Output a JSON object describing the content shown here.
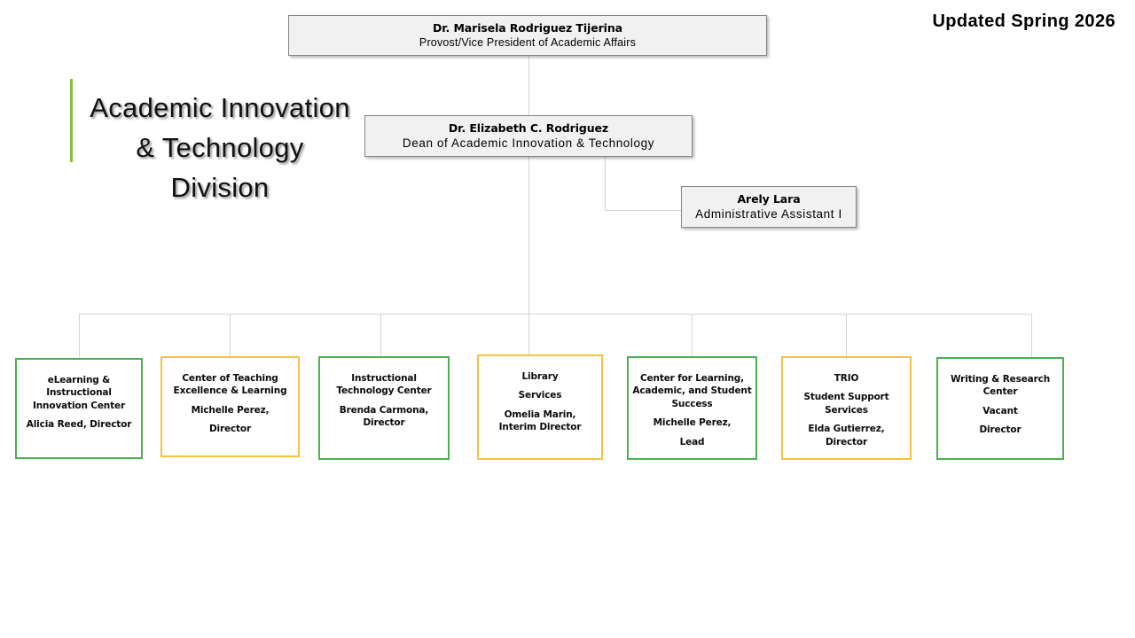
{
  "header": {
    "updated_label": "Updated Spring 2026"
  },
  "division": {
    "title_lines": [
      "Academic Innovation",
      "& Technology",
      "Division"
    ],
    "accent_color": "#8cbe3f"
  },
  "colors": {
    "green_border": "#4cb050",
    "amber_border": "#f3c246",
    "gray_box_fill": "#f1f1f1",
    "gray_box_border": "#868686",
    "connector_line": "#d4d4d4"
  },
  "leadership": [
    {
      "id": "provost",
      "name": "Dr. Marisela Rodriguez Tijerina",
      "role": "Provost/Vice President of Academic Affairs",
      "role_style": "narrow"
    },
    {
      "id": "dean",
      "name": "Dr. Elizabeth C. Rodriguez",
      "role": "Dean of Academic Innovation & Technology",
      "role_style": "wide"
    },
    {
      "id": "admin-assistant",
      "name": "Arely Lara",
      "role": "Administrative Assistant I",
      "role_style": "wide"
    }
  ],
  "units": [
    {
      "id": "elearning-instructional-innovation-center",
      "border": "green",
      "lines": [
        "eLearning &",
        "Instructional",
        "Innovation Center"
      ],
      "staff": [
        "Alicia Reed, Director"
      ]
    },
    {
      "id": "center-of-teaching-excellence-learning",
      "border": "amber",
      "lines": [
        "Center of Teaching",
        "Excellence & Learning"
      ],
      "staff": [
        "Michelle Perez,",
        "Director"
      ]
    },
    {
      "id": "instructional-technology-center",
      "border": "green",
      "lines": [
        "Instructional",
        "Technology Center"
      ],
      "staff": [
        "Brenda Carmona,",
        "Director"
      ]
    },
    {
      "id": "library-services",
      "border": "amber",
      "lines": [
        "Library",
        "Services"
      ],
      "staff": [
        "Omelia Marin,",
        "Interim Director"
      ]
    },
    {
      "id": "center-for-learning-academic-student-success",
      "border": "green",
      "lines": [
        "Center for Learning,",
        "Academic, and Student",
        "Success"
      ],
      "staff": [
        "Michelle Perez,",
        "Lead"
      ]
    },
    {
      "id": "trio-student-support-services",
      "border": "amber",
      "lines": [
        "TRIO",
        "Student Support",
        "Services"
      ],
      "staff": [
        "Elda Gutierrez,",
        "Director"
      ]
    },
    {
      "id": "writing-research-center",
      "border": "green",
      "lines": [
        "Writing & Research",
        "Center"
      ],
      "staff": [
        "Vacant",
        "Director"
      ]
    }
  ]
}
